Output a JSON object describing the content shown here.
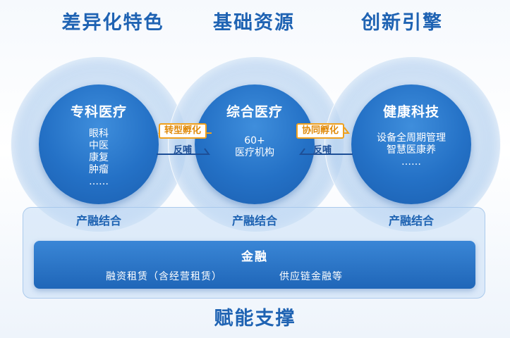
{
  "headings": {
    "left": "差异化特色",
    "center": "基础资源",
    "right": "创新引擎",
    "bottom": "赋能支撑"
  },
  "circles": [
    {
      "title": "专科医疗",
      "items": [
        "眼科",
        "中医",
        "康复",
        "肿瘤",
        "……"
      ]
    },
    {
      "title": "综合医疗",
      "items": [
        "60+",
        "医疗机构"
      ]
    },
    {
      "title": "健康科技",
      "items": [
        "设备全周期管理",
        "智慧医康养",
        "……"
      ]
    }
  ],
  "connectors": {
    "left": {
      "incubate": "转型孵化",
      "feedback": "反哺"
    },
    "right": {
      "incubate": "协同孵化",
      "feedback": "反哺"
    }
  },
  "fusion_label": "产融结合",
  "finance": {
    "title": "金融",
    "items": [
      "融资租赁（含经营租赁）",
      "供应链金融等"
    ]
  },
  "colors": {
    "primary": "#1f63b3",
    "circle_fill": "#2471c6",
    "incubate_orange": "#f0a01c",
    "feedback_navy": "#1d4f97"
  }
}
